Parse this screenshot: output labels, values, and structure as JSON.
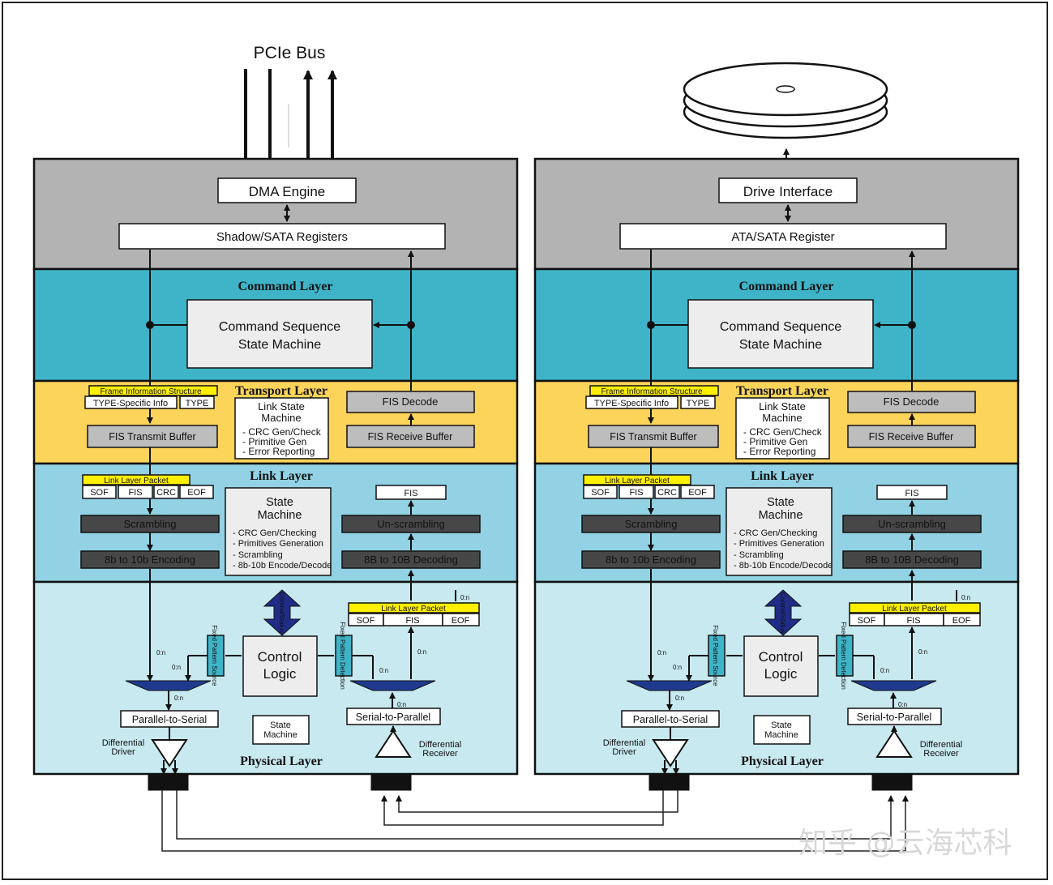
{
  "pcie_bus": "PCIe Bus",
  "watermark": "知乎 @云海芯科",
  "host": {
    "top_box": "DMA Engine",
    "register": "Shadow/SATA Registers",
    "command_layer": "Command Layer",
    "cmd_line1": "Command Sequence",
    "cmd_line2": "State Machine",
    "transport_layer": "Transport Layer",
    "fis_struct": "Frame Information Structure",
    "type_specific": "TYPE-Specific Info",
    "type": "TYPE",
    "fis_tx_buffer": "FIS Transmit Buffer",
    "lsm1": "Link State",
    "lsm2": "Machine",
    "lsm3": "- CRC Gen/Check",
    "lsm4": "- Primitive Gen",
    "lsm5": "- Error Reporting",
    "fis_decode": "FIS Decode",
    "fis_rx_buffer": "FIS Receive Buffer",
    "link_layer": "Link Layer",
    "llp": "Link Layer Packet",
    "sof": "SOF",
    "fis": "FIS",
    "crc": "CRC",
    "eof": "EOF",
    "scrambling": "Scrambling",
    "encoding": "8b to 10b Encoding",
    "sm1": "State",
    "sm2": "Machine",
    "sm3": "- CRC Gen/Checking",
    "sm4": "- Primitives Generation",
    "sm5": "- Scrambling",
    "sm6": "- 8b-10b Encode/Decode",
    "fis_rx": "FIS",
    "unscrambling": "Un-scrambling",
    "decoding": "8B to 10B Decoding",
    "phy_llp": "Link Layer Packet",
    "phy_sof": "SOF",
    "phy_fis": "FIS",
    "phy_eof": "EOF",
    "control_status": "Control/Status",
    "control1": "Control",
    "control2": "Logic",
    "fixed_src": "Fixed Pattern Source",
    "fixed_det": "Fixed Pattern Detection",
    "on": "0:n",
    "p2s": "Parallel-to-Serial",
    "s2p": "Serial-to-Parallel",
    "phy_sm1": "State",
    "phy_sm2": "Machine",
    "diff_driver1": "Differential",
    "diff_driver2": "Driver",
    "diff_recv1": "Differential",
    "diff_recv2": "Receiver",
    "physical_layer": "Physical Layer"
  },
  "device": {
    "top_box": "Drive Interface",
    "register": "ATA/SATA Register",
    "command_layer": "Command Layer",
    "cmd_line1": "Command Sequence",
    "cmd_line2": "State Machine",
    "transport_layer": "Transport Layer",
    "fis_struct": "Frame Information Structure",
    "type_specific": "TYPE-Specific Info",
    "type": "TYPE",
    "fis_tx_buffer": "FIS Transmit Buffer",
    "lsm1": "Link State",
    "lsm2": "Machine",
    "lsm3": "- CRC Gen/Check",
    "lsm4": "- Primitive Gen",
    "lsm5": "- Error Reporting",
    "fis_decode": "FIS Decode",
    "fis_rx_buffer": "FIS Receive Buffer",
    "link_layer": "Link Layer",
    "llp": "Link Layer Packet",
    "sof": "SOF",
    "fis": "FIS",
    "crc": "CRC",
    "eof": "EOF",
    "scrambling": "Scrambling",
    "encoding": "8b to 10b Encoding",
    "sm1": "State",
    "sm2": "Machine",
    "sm3": "- CRC Gen/Checking",
    "sm4": "- Primitives Generation",
    "sm5": "- Scrambling",
    "sm6": "- 8b-10b Encode/Decode",
    "fis_rx": "FIS",
    "unscrambling": "Un-scrambling",
    "decoding": "8B to 10B Decoding",
    "phy_llp": "Link Layer Packet",
    "phy_sof": "SOF",
    "phy_fis": "FIS",
    "phy_eof": "EOF",
    "control_status": "Control/Status",
    "control1": "Control",
    "control2": "Logic",
    "fixed_src": "Fixed Pattern Source",
    "fixed_det": "Fixed Pattern Detection",
    "on": "0:n",
    "p2s": "Parallel-to-Serial",
    "s2p": "Serial-to-Parallel",
    "phy_sm1": "State",
    "phy_sm2": "Machine",
    "diff_driver1": "Differential",
    "diff_driver2": "Driver",
    "diff_recv1": "Differential",
    "diff_recv2": "Receiver",
    "physical_layer": "Physical Layer"
  },
  "colors": {
    "top": "#b3b3b3",
    "command": "#3fb4c8",
    "transport": "#fcd45a",
    "link": "#92d2e4",
    "physical": "#c8e9f0",
    "dark_box": "#474747",
    "mux": "#1f3a8f",
    "llp_header": "#fff000"
  }
}
